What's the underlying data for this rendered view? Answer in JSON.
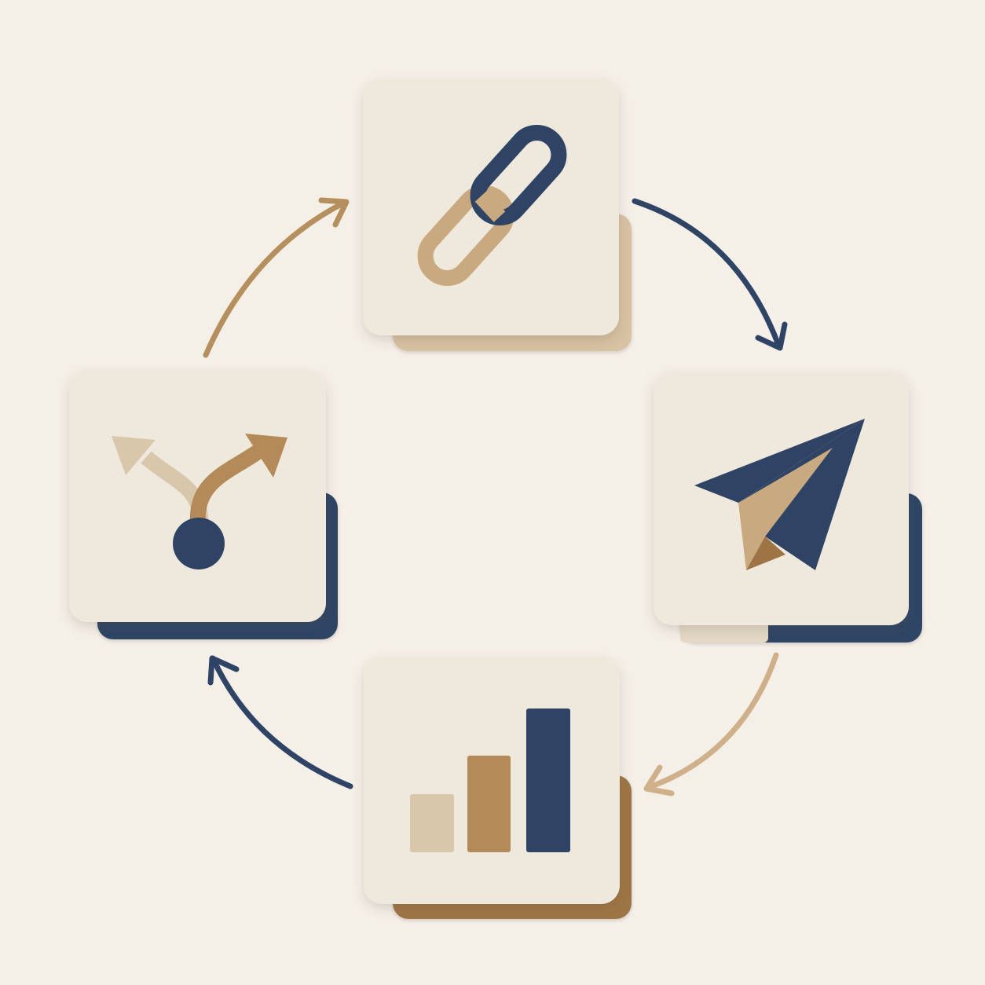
{
  "diagram": {
    "type": "cycle",
    "direction": "clockwise",
    "colors": {
      "background": "#f4efe7",
      "card": "#efe9dd",
      "navy": "#2f4465",
      "tan": "#c9a980",
      "light_tan": "#d9c7ab",
      "brown": "#9e7444"
    },
    "nodes": [
      {
        "id": "top",
        "icon": "chain-link-icon",
        "backing_color": "#d7c2a3"
      },
      {
        "id": "right",
        "icon": "paper-plane-icon",
        "backing_color": "#2f4465"
      },
      {
        "id": "bottom",
        "icon": "bar-chart-icon",
        "backing_color": "#9e7444"
      },
      {
        "id": "left",
        "icon": "branching-arrows-icon",
        "backing_color": "#2f4465"
      }
    ],
    "edges": [
      {
        "from": "left",
        "to": "top",
        "color": "#b68f5f"
      },
      {
        "from": "top",
        "to": "right",
        "color": "#2f4465"
      },
      {
        "from": "right",
        "to": "bottom",
        "color": "#cfb08a"
      },
      {
        "from": "bottom",
        "to": "left",
        "color": "#2f4465"
      }
    ]
  }
}
